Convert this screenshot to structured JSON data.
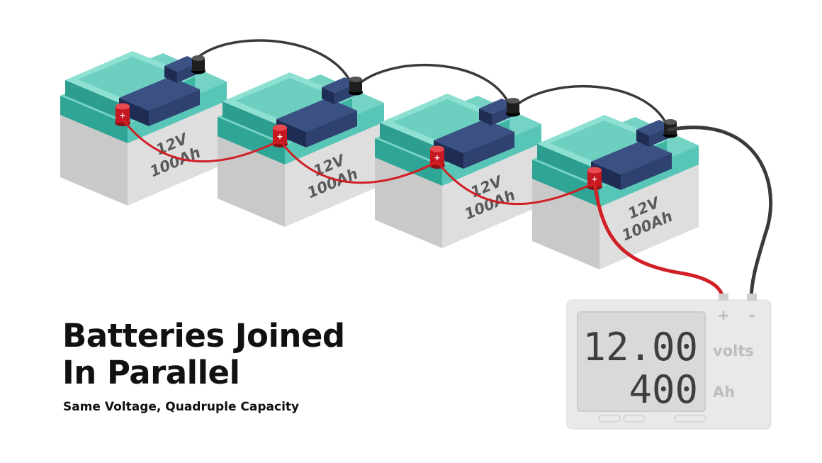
{
  "title": {
    "line1": "Batteries Joined",
    "line2": "In Parallel"
  },
  "subtitle": "Same Voltage, Quadruple Capacity",
  "batteries": [
    {
      "voltage": "12V",
      "capacity": "100Ah"
    },
    {
      "voltage": "12V",
      "capacity": "100Ah"
    },
    {
      "voltage": "12V",
      "capacity": "100Ah"
    },
    {
      "voltage": "12V",
      "capacity": "100Ah"
    }
  ],
  "meter": {
    "voltage_value": "12.00",
    "voltage_unit": "volts",
    "capacity_value": "400",
    "capacity_unit": "Ah",
    "plus_label": "+",
    "minus_label": "-"
  },
  "colors": {
    "positive_cable": "#d11f26",
    "negative_cable": "#3a3a3a",
    "battery_top": "#5cc8b8",
    "battery_body": "#dcdcdc",
    "terminal_cover": "#2c3e6e"
  }
}
